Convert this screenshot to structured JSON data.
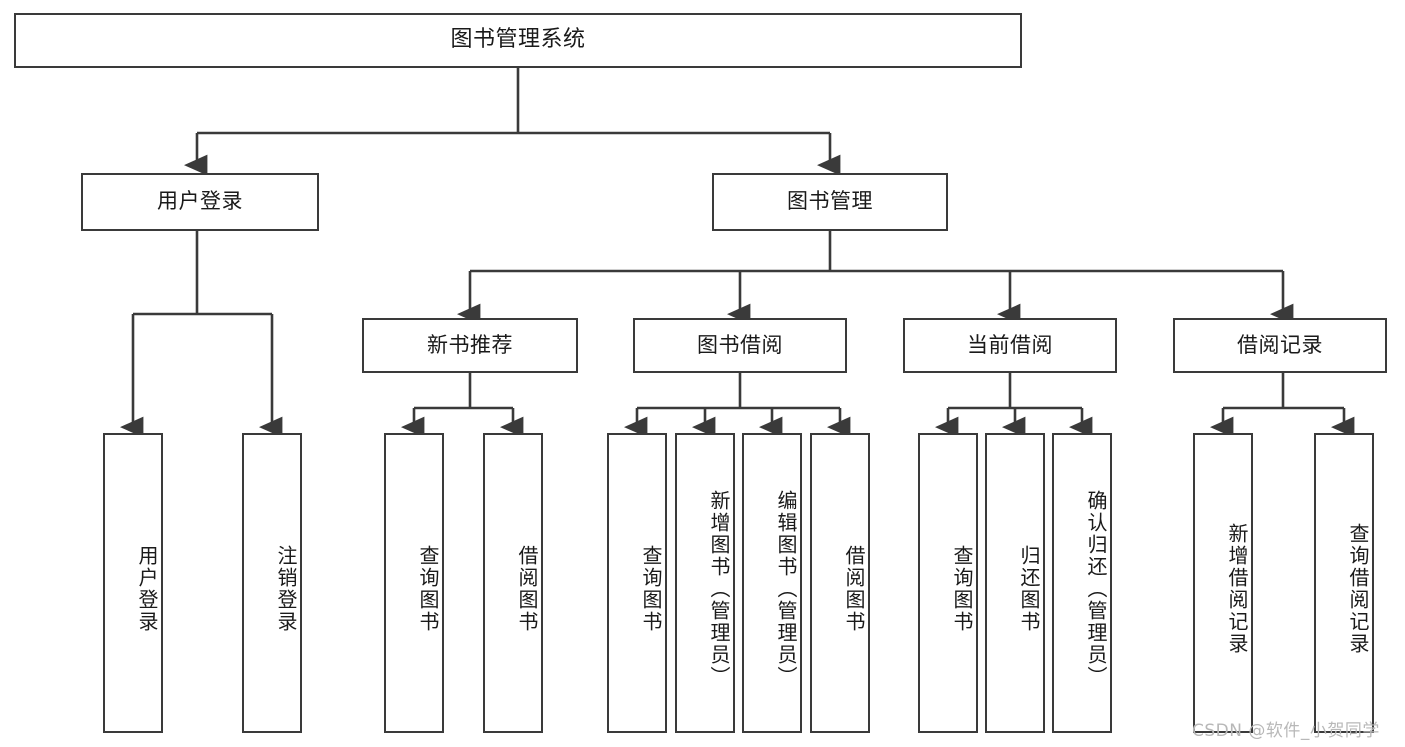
{
  "diagram": {
    "title": "图书管理系统",
    "type": "tree",
    "root": {
      "id": "root",
      "label": "图书管理系统"
    },
    "level2": [
      {
        "id": "user-login",
        "label": "用户登录"
      },
      {
        "id": "book-manage",
        "label": "图书管理"
      }
    ],
    "level3": [
      {
        "id": "new-book-rec",
        "label": "新书推荐",
        "parent": "book-manage"
      },
      {
        "id": "book-borrow",
        "label": "图书借阅",
        "parent": "book-manage"
      },
      {
        "id": "current-borrow",
        "label": "当前借阅",
        "parent": "book-manage"
      },
      {
        "id": "borrow-record",
        "label": "借阅记录",
        "parent": "book-manage"
      }
    ],
    "leaves": {
      "user_login": [
        {
          "id": "leaf-user-login",
          "label": "用户登录"
        },
        {
          "id": "leaf-logout",
          "label": "注销登录"
        }
      ],
      "new_book_rec": [
        {
          "id": "leaf-query-book-1",
          "label": "查询图书"
        },
        {
          "id": "leaf-borrow-book-1",
          "label": "借阅图书"
        }
      ],
      "book_borrow": [
        {
          "id": "leaf-query-book-2",
          "label": "查询图书"
        },
        {
          "id": "leaf-add-book",
          "label": "新增图书（管理员）"
        },
        {
          "id": "leaf-edit-book",
          "label": "编辑图书（管理员）"
        },
        {
          "id": "leaf-borrow-book-2",
          "label": "借阅图书"
        }
      ],
      "current_borrow": [
        {
          "id": "leaf-query-book-3",
          "label": "查询图书"
        },
        {
          "id": "leaf-return-book",
          "label": "归还图书"
        },
        {
          "id": "leaf-confirm-return",
          "label": "确认归还（管理员）"
        }
      ],
      "borrow_record": [
        {
          "id": "leaf-add-record",
          "label": "新增借阅记录"
        },
        {
          "id": "leaf-query-record",
          "label": "查询借阅记录"
        }
      ]
    }
  },
  "watermark": {
    "text": "CSDN @软件_小贺同学"
  },
  "colors": {
    "border": "#3a3a3a",
    "background": "#ffffff",
    "text": "#1a1a1a",
    "watermark": "#b8b8b8"
  }
}
